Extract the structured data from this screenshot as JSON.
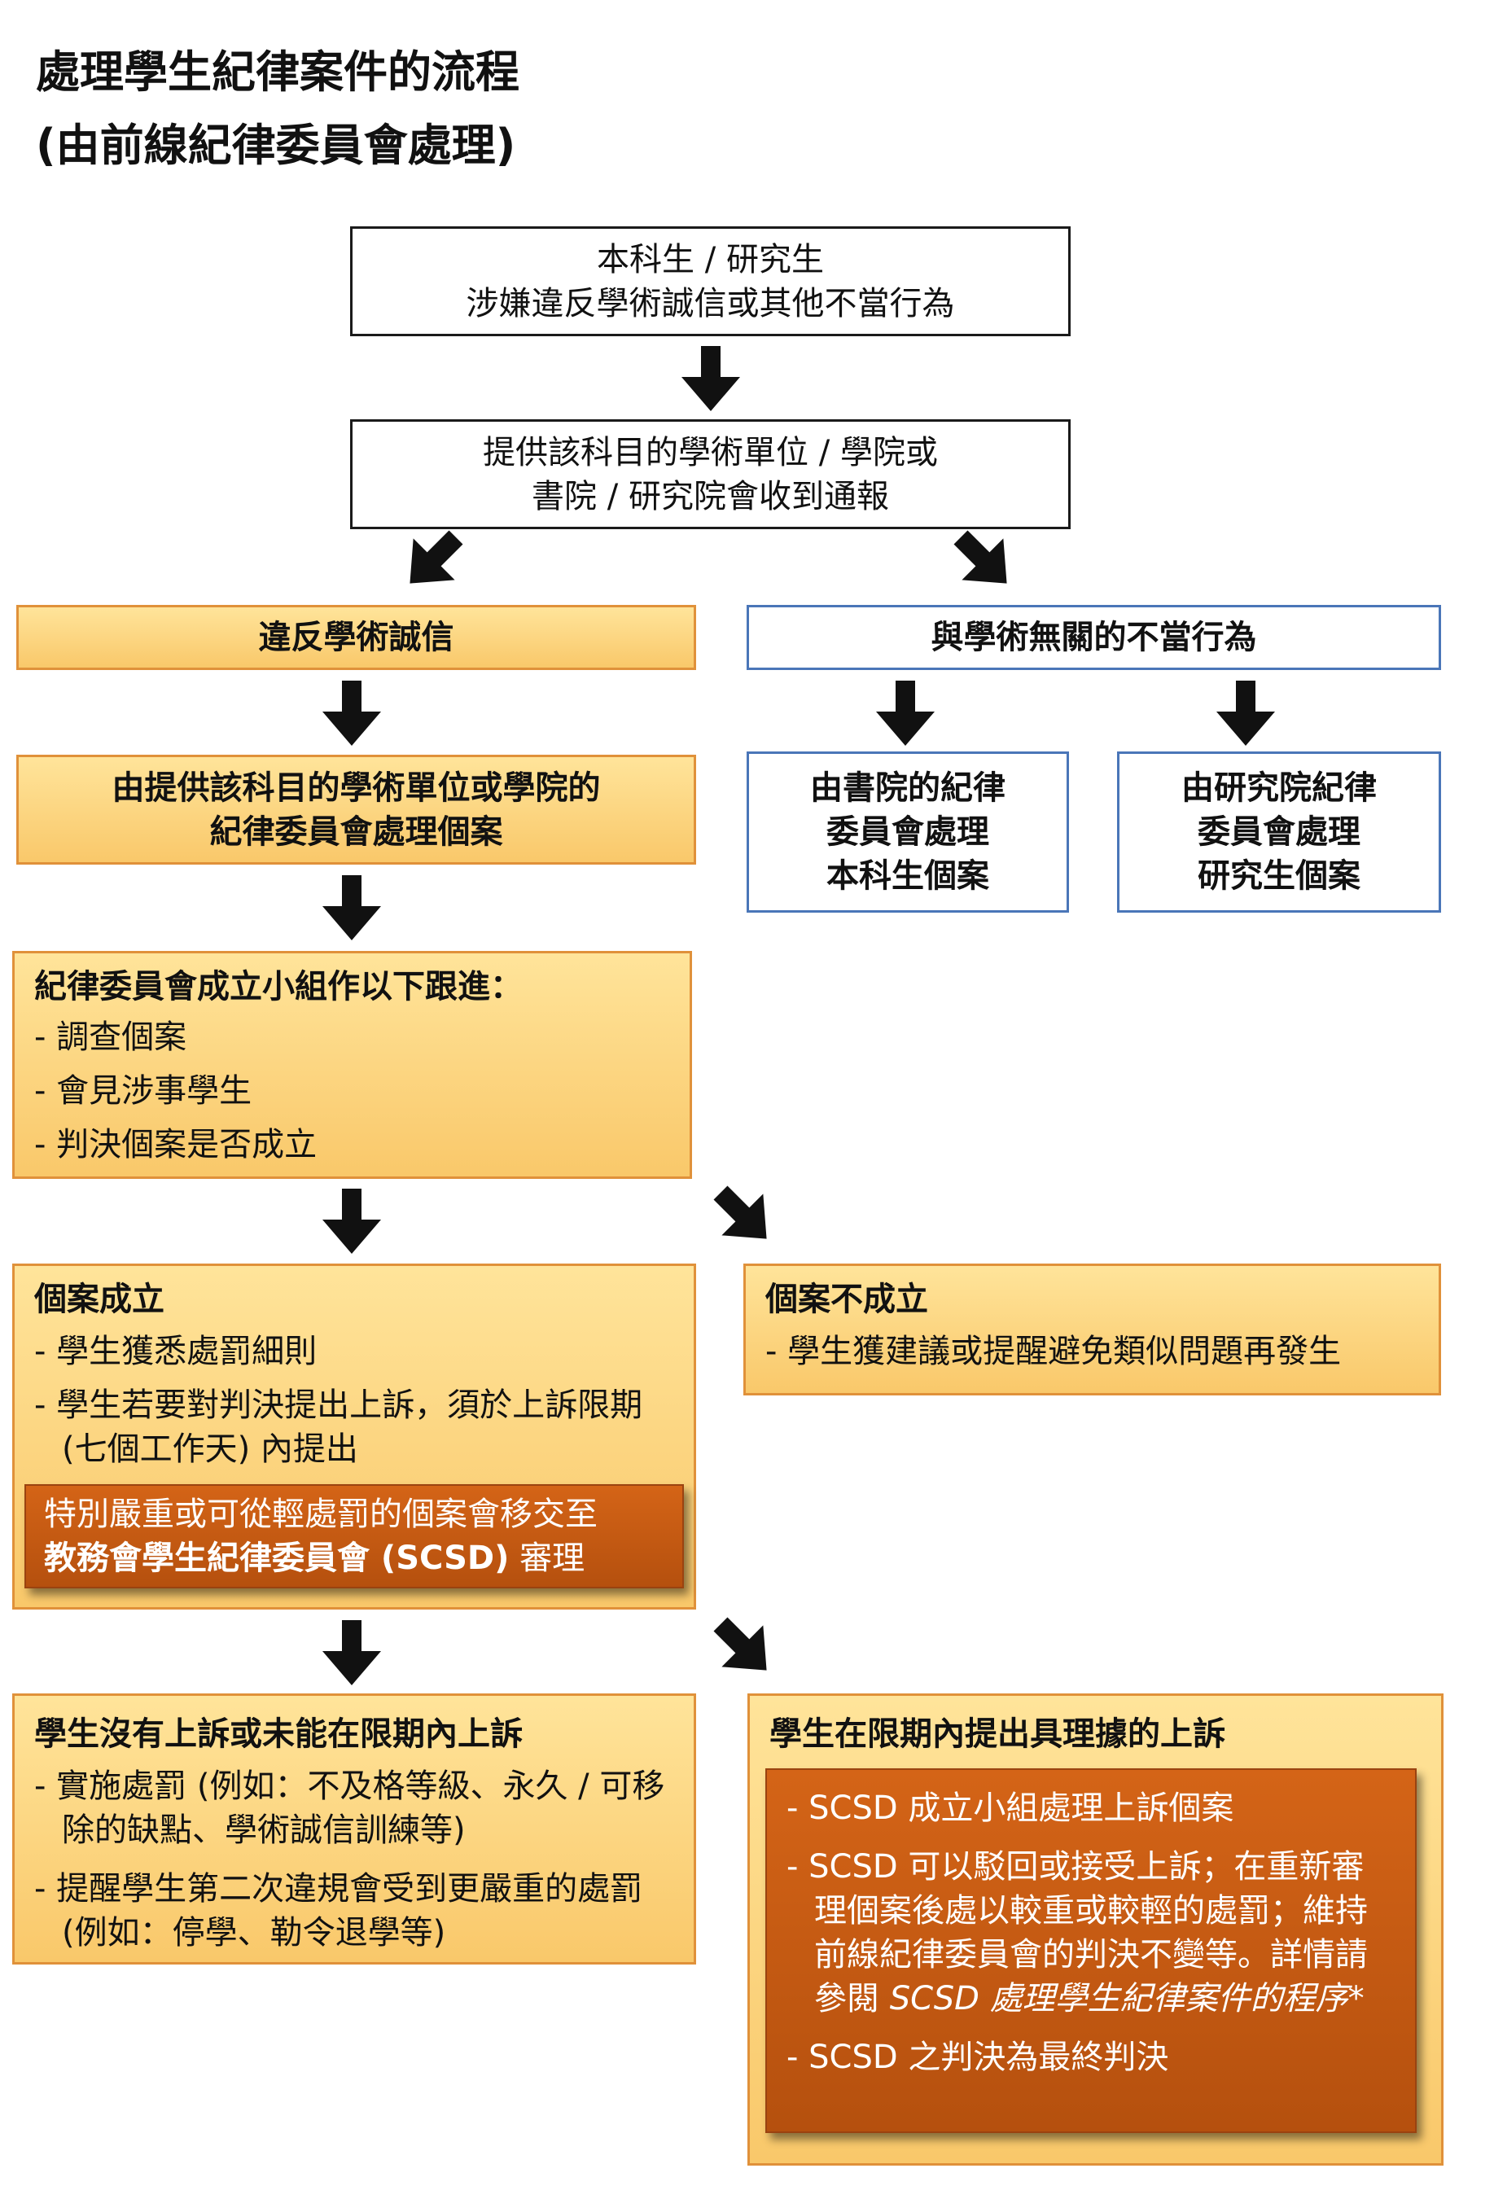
{
  "title": {
    "line1": "處理學生紀律案件的流程",
    "line2": "(由前線紀律委員會處理)"
  },
  "nodes": {
    "start": {
      "line1": "本科生 / 研究生",
      "line2": "涉嫌違反學術誠信或其他不當行為"
    },
    "report": {
      "line1": "提供該科目的學術單位 / 學院或",
      "line2": "書院 / 研究院會收到通報"
    },
    "integrity": {
      "label": "違反學術誠信"
    },
    "misconduct": {
      "label": "與學術無關的不當行為"
    },
    "dept_committee": {
      "line1": "由提供該科目的學術單位或學院的",
      "line2": "紀律委員會處理個案"
    },
    "college_committee": {
      "line1": "由書院的紀律",
      "line2": "委員會處理",
      "line3": "本科生個案"
    },
    "graduate_committee": {
      "line1": "由研究院紀律",
      "line2": "委員會處理",
      "line3": "研究生個案"
    },
    "panel": {
      "heading": "紀律委員會成立小組作以下跟進：",
      "items": [
        "- 調查個案",
        "- 會見涉事學生",
        "- 判決個案是否成立"
      ]
    },
    "established": {
      "heading": "個案成立",
      "items": [
        "- 學生獲悉處罰細則",
        "- 學生若要對判決提出上訴，須於上訴限期 (七個工作天) 內提出"
      ],
      "note_line1": "特別嚴重或可從輕處罰的個案會移交至",
      "note_bold": "教務會學生紀律委員會 (SCSD)",
      "note_tail": " 審理"
    },
    "not_established": {
      "heading": "個案不成立",
      "items": [
        "- 學生獲建議或提醒避免類似問題再發生"
      ]
    },
    "no_appeal": {
      "heading": "學生沒有上訴或未能在限期內上訴",
      "items": [
        "- 實施處罰 (例如：不及格等級、永久 / 可移除的缺點、學術誠信訓練等)",
        "- 提醒學生第二次違規會受到更嚴重的處罰 (例如：停學、勒令退學等)"
      ]
    },
    "appeal": {
      "heading": "學生在限期內提出具理據的上訴",
      "item1": "- SCSD 成立小組處理上訴個案",
      "item2": "- SCSD 可以駁回或接受上訴；在重新審理個案後處以較重或較輕的處罰；維持前線紀律委員會的判決不變等。詳情請參閱 ",
      "item2_italic": "SCSD 處理學生紀律案件的程序*",
      "item3": "- SCSD 之判決為最終判決"
    }
  },
  "colors": {
    "orange_fill_top": "#ffe49a",
    "orange_fill_bottom": "#f9c86a",
    "orange_border": "#e0913a",
    "dark_orange": "#c45a13",
    "blue_border": "#4a76b8"
  }
}
